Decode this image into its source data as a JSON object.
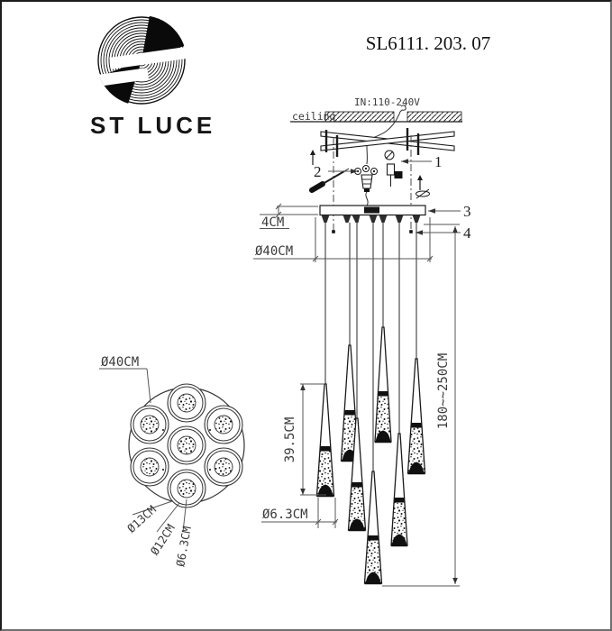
{
  "brand": {
    "name": "ST LUCE"
  },
  "header": {
    "model_number": "SL6111. 203. 07"
  },
  "ceiling": {
    "voltage_label": "IN:110-240V",
    "ceiling_label": "ceiling"
  },
  "callouts": [
    {
      "label": "1"
    },
    {
      "label": "2"
    },
    {
      "label": "3"
    },
    {
      "label": "4"
    }
  ],
  "side_view": {
    "canopy_height": "4CM",
    "canopy_diameter": "Ø40CM",
    "pendant_height": "39.5CM",
    "pendant_diameter": "Ø6.3CM",
    "suspension_length": "180~~250CM"
  },
  "top_view": {
    "plate_diameter": "Ø40CM",
    "ring_outer_diameter": "Ø13CM",
    "ring_inner_diameter": "Ø12CM",
    "shade_diameter": "Ø6.3CM"
  },
  "colors": {
    "ink": "#1b1b1b",
    "dim_line": "#555555",
    "background": "#ffffff"
  }
}
